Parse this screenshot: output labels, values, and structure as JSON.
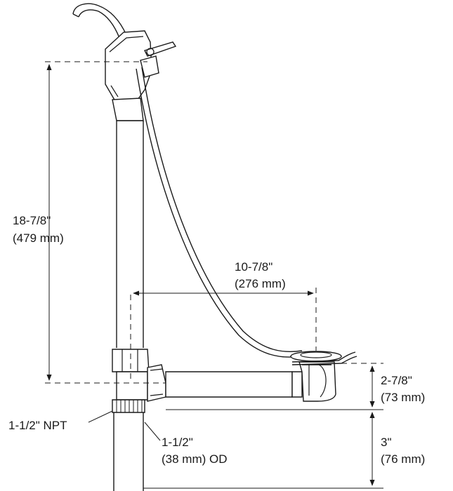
{
  "dimensions": {
    "overflow_height": {
      "imperial": "18-7/8\"",
      "metric": "(479 mm)"
    },
    "drain_offset": {
      "imperial": "10-7/8\"",
      "metric": "(276 mm)"
    },
    "drain_height": {
      "imperial": "2-7/8\"",
      "metric": "(73 mm)"
    },
    "tail_length": {
      "imperial": "3\"",
      "metric": "(76 mm)"
    }
  },
  "callouts": {
    "thread": "1-1/2\" NPT",
    "outer_diameter_line1": "1-1/2\"",
    "outer_diameter_line2": "(38 mm) OD"
  },
  "colors": {
    "line": "#1a1a1a",
    "background": "#ffffff"
  }
}
